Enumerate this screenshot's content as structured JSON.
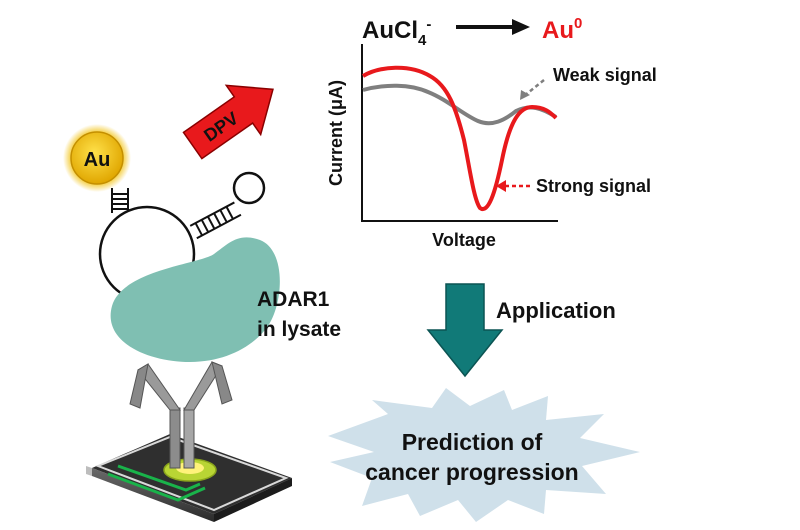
{
  "reaction": {
    "reactant_main": "AuCl",
    "reactant_sub": "4",
    "reactant_sup": "-",
    "product_main": "Au",
    "product_sup": "0",
    "product_color": "#e8191c"
  },
  "method_label": "DPV",
  "plot": {
    "ylabel": "Current (μA)",
    "xlabel": "Voltage",
    "weak_label": "Weak signal",
    "strong_label": "Strong signal",
    "weak_color": "#7f7f7f",
    "strong_color": "#e8191c"
  },
  "nanoparticle_label": "Au",
  "enzyme_label_line1": "ADAR1",
  "enzyme_label_line2": "in lysate",
  "application_label": "Application",
  "outcome_line1": "Prediction of",
  "outcome_line2": "cancer progression",
  "colors": {
    "arrow_red": "#e8191c",
    "arrow_teal": "#117a78",
    "enzyme_teal": "#7fbfb2",
    "gold": "#f2c316",
    "burst": "#cfe0ea"
  }
}
